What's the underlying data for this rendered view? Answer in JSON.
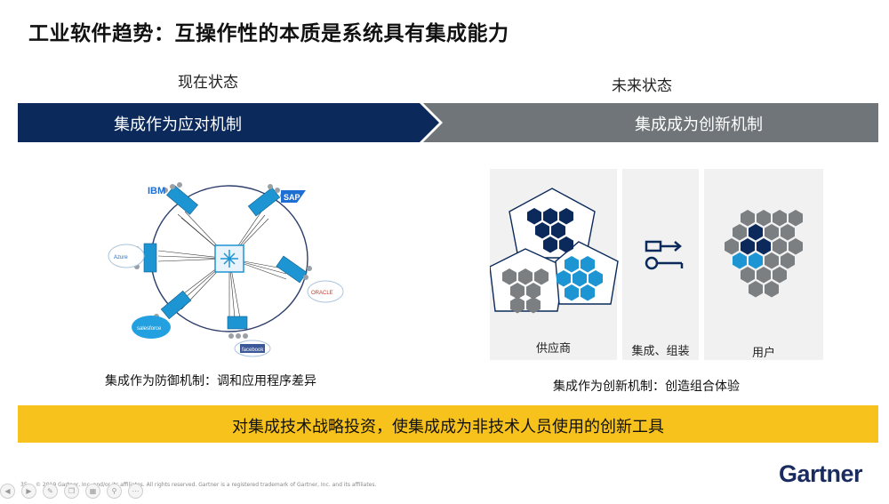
{
  "slide": {
    "title": "工业软件趋势：互操作性的本质是系统具有集成能力",
    "now_label": "现在状态",
    "future_label": "未来状态",
    "banner_left": "集成作为应对机制",
    "banner_right": "集成成为创新机制",
    "left_caption": "集成作为防御机制：调和应用程序差异",
    "right_caption": "集成作为创新机制：创造组合体验",
    "panel_labels": [
      "供应商",
      "集成、组装",
      "用户"
    ],
    "bottom_text": "对集成技术战略投资，使集成成为非技术人员使用的创新工具",
    "footer_page": "35",
    "footer_copy": "© 2019 Gartner, Inc. and/or its affiliates. All rights reserved. Gartner is a registered trademark of Gartner, Inc. and its affiliates.",
    "logo": "Gartner",
    "diagram_labels": {
      "ibm": "IBM",
      "sap": "SAP",
      "azure": "Azure",
      "salesforce": "salesforce",
      "facebook": "facebook",
      "other": "ORACLE"
    }
  },
  "colors": {
    "navy": "#0b2a5b",
    "gray_banner": "#6f7578",
    "yellow": "#f8c21c",
    "blue_accent": "#1e95d3",
    "hex_gray": "#7b7f82",
    "logo": "#1a2c5f"
  },
  "icons": [
    "integration-hub-icon",
    "connector-icon",
    "cloud-icon",
    "key-tool-icon",
    "hexagon-cluster-icon"
  ],
  "toolbar": [
    "back-icon",
    "play-icon",
    "pen-icon",
    "copy-icon",
    "slides-icon",
    "search-icon",
    "more-icon"
  ]
}
